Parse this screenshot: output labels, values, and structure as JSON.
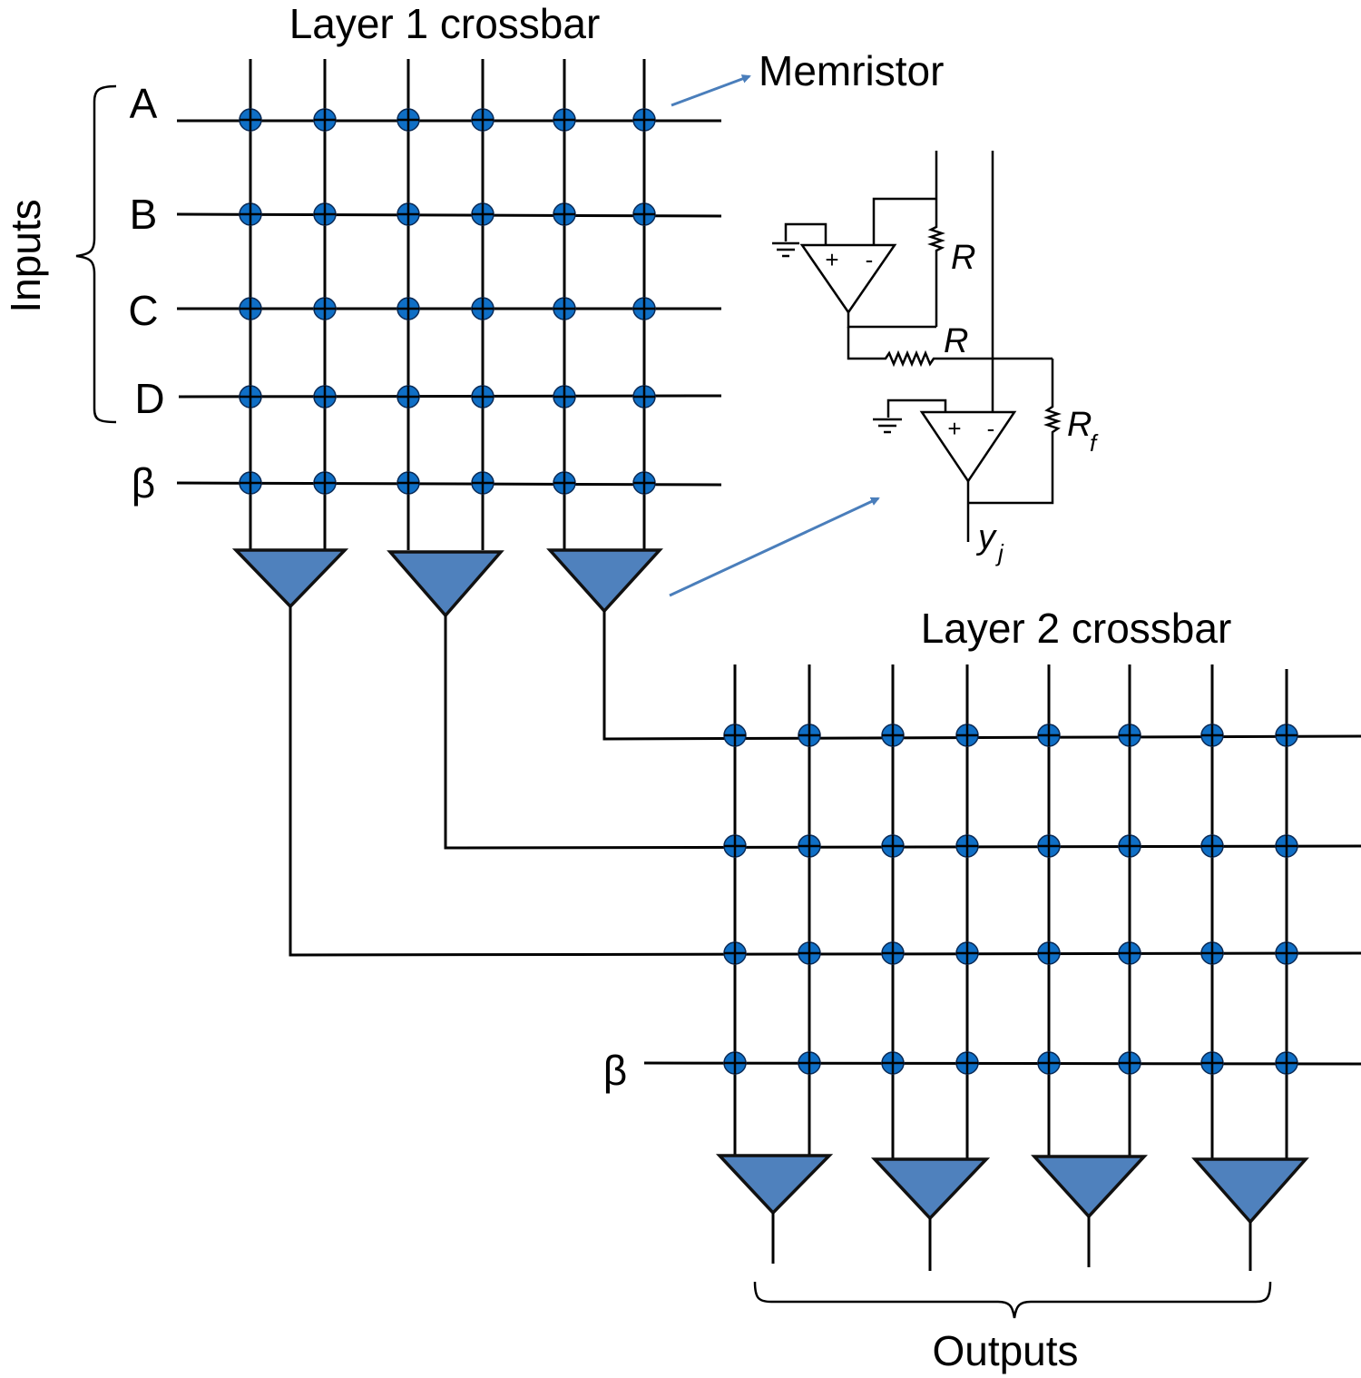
{
  "title_layer1": "Layer 1 crossbar",
  "title_layer2": "Layer 2 crossbar",
  "memristor_label": "Memristor",
  "inputs_label": "Inputs",
  "outputs_label": "Outputs",
  "input_rows": [
    "A",
    "B",
    "C",
    "D"
  ],
  "bias_label": "β",
  "bias_label_layer2": "β",
  "circuit": {
    "resistor_1": "R",
    "resistor_2": "R",
    "feedback_resistor": "R",
    "feedback_subscript": "f",
    "output": "y",
    "output_subscript": "j",
    "plus_1": "+",
    "minus_1": "-",
    "plus_2": "+",
    "minus_2": "-"
  },
  "colors": {
    "node": "#0f6fc6",
    "amplifier": "#4f81bd",
    "arrow": "#4a7ebb"
  }
}
